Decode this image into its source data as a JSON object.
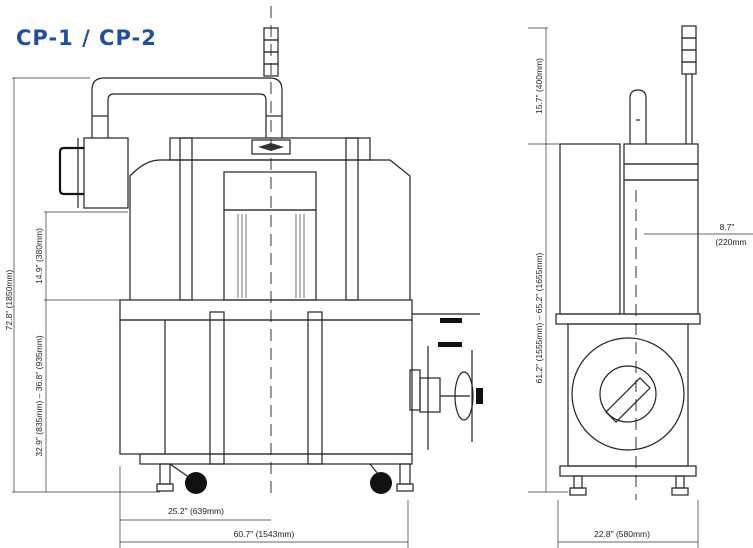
{
  "title": "CP-1 / CP-2",
  "front_view": {
    "height_total": "72.8\" (1850mm)",
    "height_top": "14.9\" (380mm)",
    "height_table": "32.9\" (835mm) – 36.8\" (935mm)",
    "width_inner": "25.2\" (639mm)",
    "width_total": "60.7\" (1543mm)"
  },
  "side_view": {
    "height_top": "15.7\" (400mm)",
    "height_body": "61.2\" (1555mm) – 65.2\" (1655mm)",
    "offset_value": "8.7\"",
    "offset_mm": "(220mm",
    "width": "22.8\" (580mm)"
  }
}
